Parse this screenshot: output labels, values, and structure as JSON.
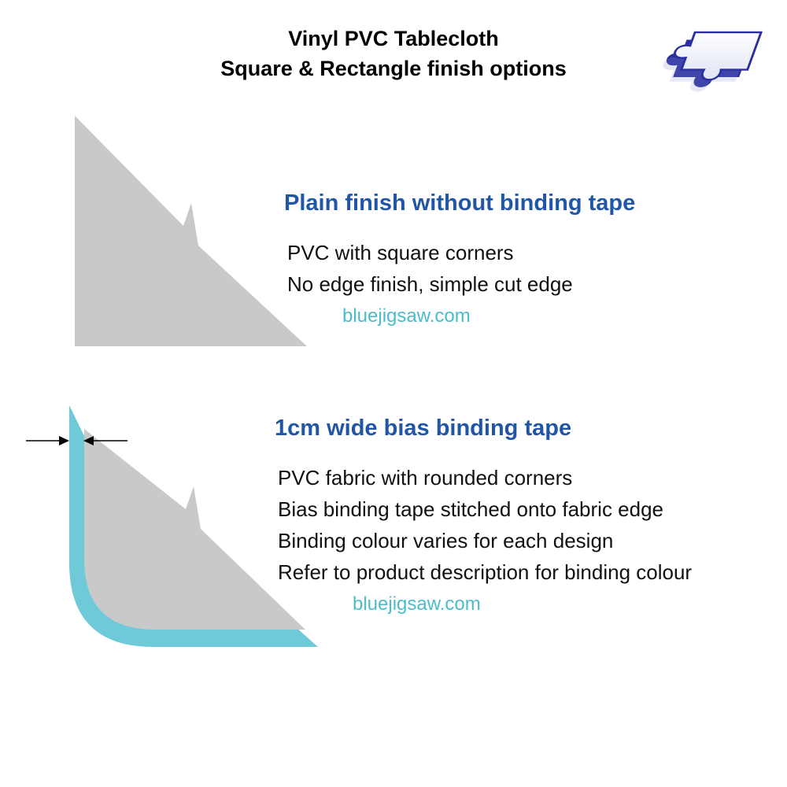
{
  "header": {
    "title_line1": "Vinyl PVC Tablecloth",
    "title_line2": "Square & Rectangle finish options"
  },
  "logo": {
    "icon": "jigsaw-puzzle-piece"
  },
  "colors": {
    "heading_blue": "#2156a5",
    "binding_teal": "#6ec9d9",
    "website_teal": "#4cbccb",
    "fabric_gray": "#c9c9c9",
    "logo_blue": "#2b2f9e"
  },
  "sections": [
    {
      "heading": "Plain finish without binding tape",
      "lines": [
        "PVC with square corners",
        "No edge finish, simple cut edge"
      ],
      "website": "bluejigsaw.com",
      "illustration": "square-corner-fabric"
    },
    {
      "heading": "1cm wide bias binding tape",
      "lines": [
        "PVC fabric with rounded corners",
        "Bias binding tape stitched onto fabric edge",
        "Binding colour varies for each design",
        "Refer to product description for binding colour"
      ],
      "website": "bluejigsaw.com",
      "illustration": "rounded-corner-fabric-with-binding-tape"
    }
  ]
}
